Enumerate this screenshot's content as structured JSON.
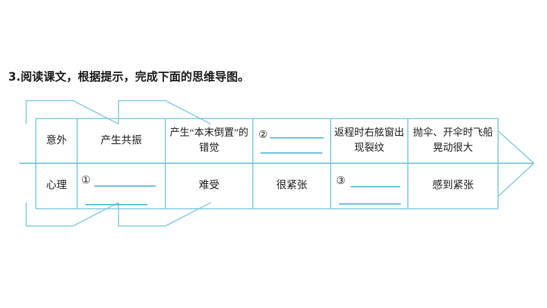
{
  "heading": {
    "text": "3.阅读课文，根据提示，完成下面的思维导图。"
  },
  "colors": {
    "line": "#7fc7de",
    "rule": "#5fb6d4",
    "text": "#1a1a1a"
  },
  "diagram": {
    "name": "思维导图",
    "row_labels": [
      "意外",
      "心理"
    ],
    "columns": [
      {
        "top": "产生共振",
        "bottom": "",
        "bottom_marker": "①",
        "bottom_is_blank": true,
        "blank_lines": 2
      },
      {
        "top": "产生“本末倒置”的错觉",
        "bottom": "难受",
        "bottom_marker": "",
        "bottom_is_blank": false,
        "blank_lines": 0
      },
      {
        "top": "",
        "top_marker": "②",
        "top_is_blank": true,
        "blank_lines": 2,
        "bottom": "很紧张",
        "bottom_marker": "",
        "bottom_is_blank": false
      },
      {
        "top": "返程时右舷窗出现裂纹",
        "bottom": "",
        "bottom_marker": "③",
        "bottom_is_blank": true,
        "blank_lines": 2
      },
      {
        "top": "抛伞、开伞时飞船晃动很大",
        "bottom": "感到紧张",
        "bottom_marker": "",
        "bottom_is_blank": false
      }
    ],
    "arrow": {
      "direction": "right",
      "label": "arrow-head"
    }
  }
}
